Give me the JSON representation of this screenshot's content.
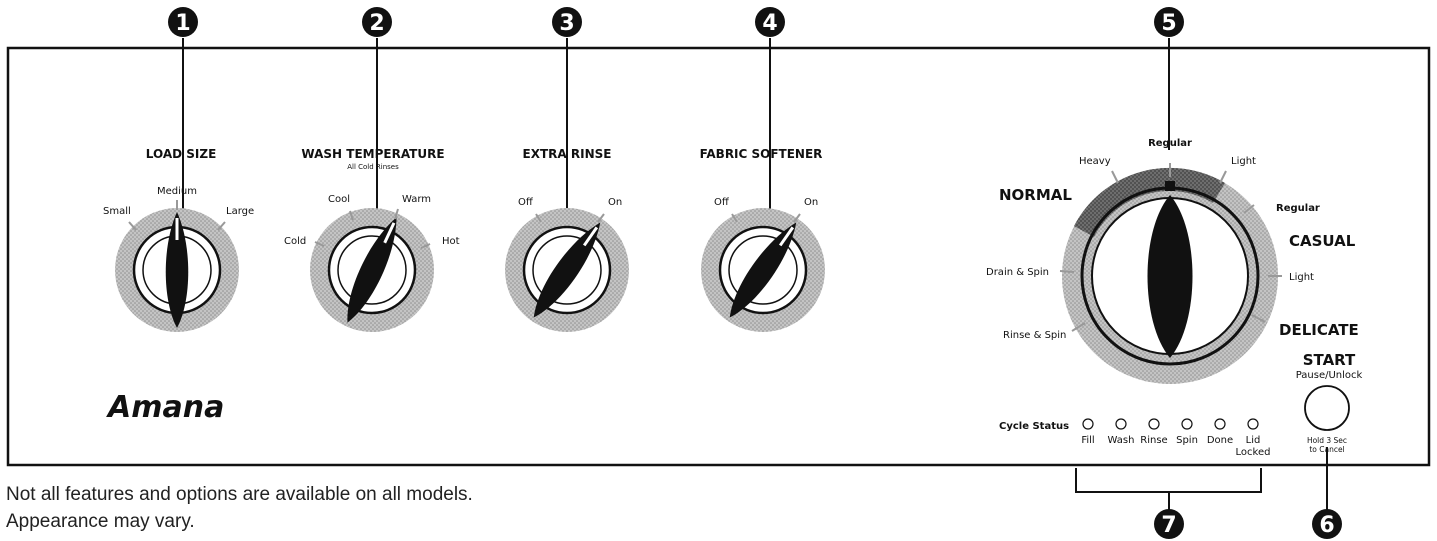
{
  "callouts": [
    "1",
    "2",
    "3",
    "4",
    "5",
    "6",
    "7"
  ],
  "knobs": [
    {
      "title": "LOAD SIZE",
      "subtitle": "",
      "positions": [
        "Small",
        "Medium",
        "Large"
      ]
    },
    {
      "title": "WASH TEMPERATURE",
      "subtitle": "All Cold Rinses",
      "positions": [
        "Cold",
        "Cool",
        "Warm",
        "Hot"
      ]
    },
    {
      "title": "EXTRA RINSE",
      "subtitle": "",
      "positions": [
        "Off",
        "On"
      ]
    },
    {
      "title": "FABRIC SOFTENER",
      "subtitle": "",
      "positions": [
        "Off",
        "On"
      ]
    }
  ],
  "brand": "Amana",
  "cycle_dial": {
    "groups": [
      "NORMAL",
      "CASUAL",
      "DELICATE"
    ],
    "labels": {
      "heavy": "Heavy",
      "regular_normal": "Regular",
      "light_normal": "Light",
      "regular_casual": "Regular",
      "light_casual": "Light",
      "drain_spin": "Drain & Spin",
      "rinse_spin": "Rinse & Spin"
    }
  },
  "start": {
    "title": "START",
    "subtitle": "Pause/Unlock",
    "hold_line1": "Hold 3 Sec",
    "hold_line2": "to Cancel"
  },
  "cycle_status": {
    "label": "Cycle Status",
    "indicators": [
      "Fill",
      "Wash",
      "Rinse",
      "Spin",
      "Done",
      "Lid"
    ],
    "last_line2": "Locked"
  },
  "footnotes": [
    "Not all features and options are available on all models.",
    "Appearance may vary."
  ]
}
